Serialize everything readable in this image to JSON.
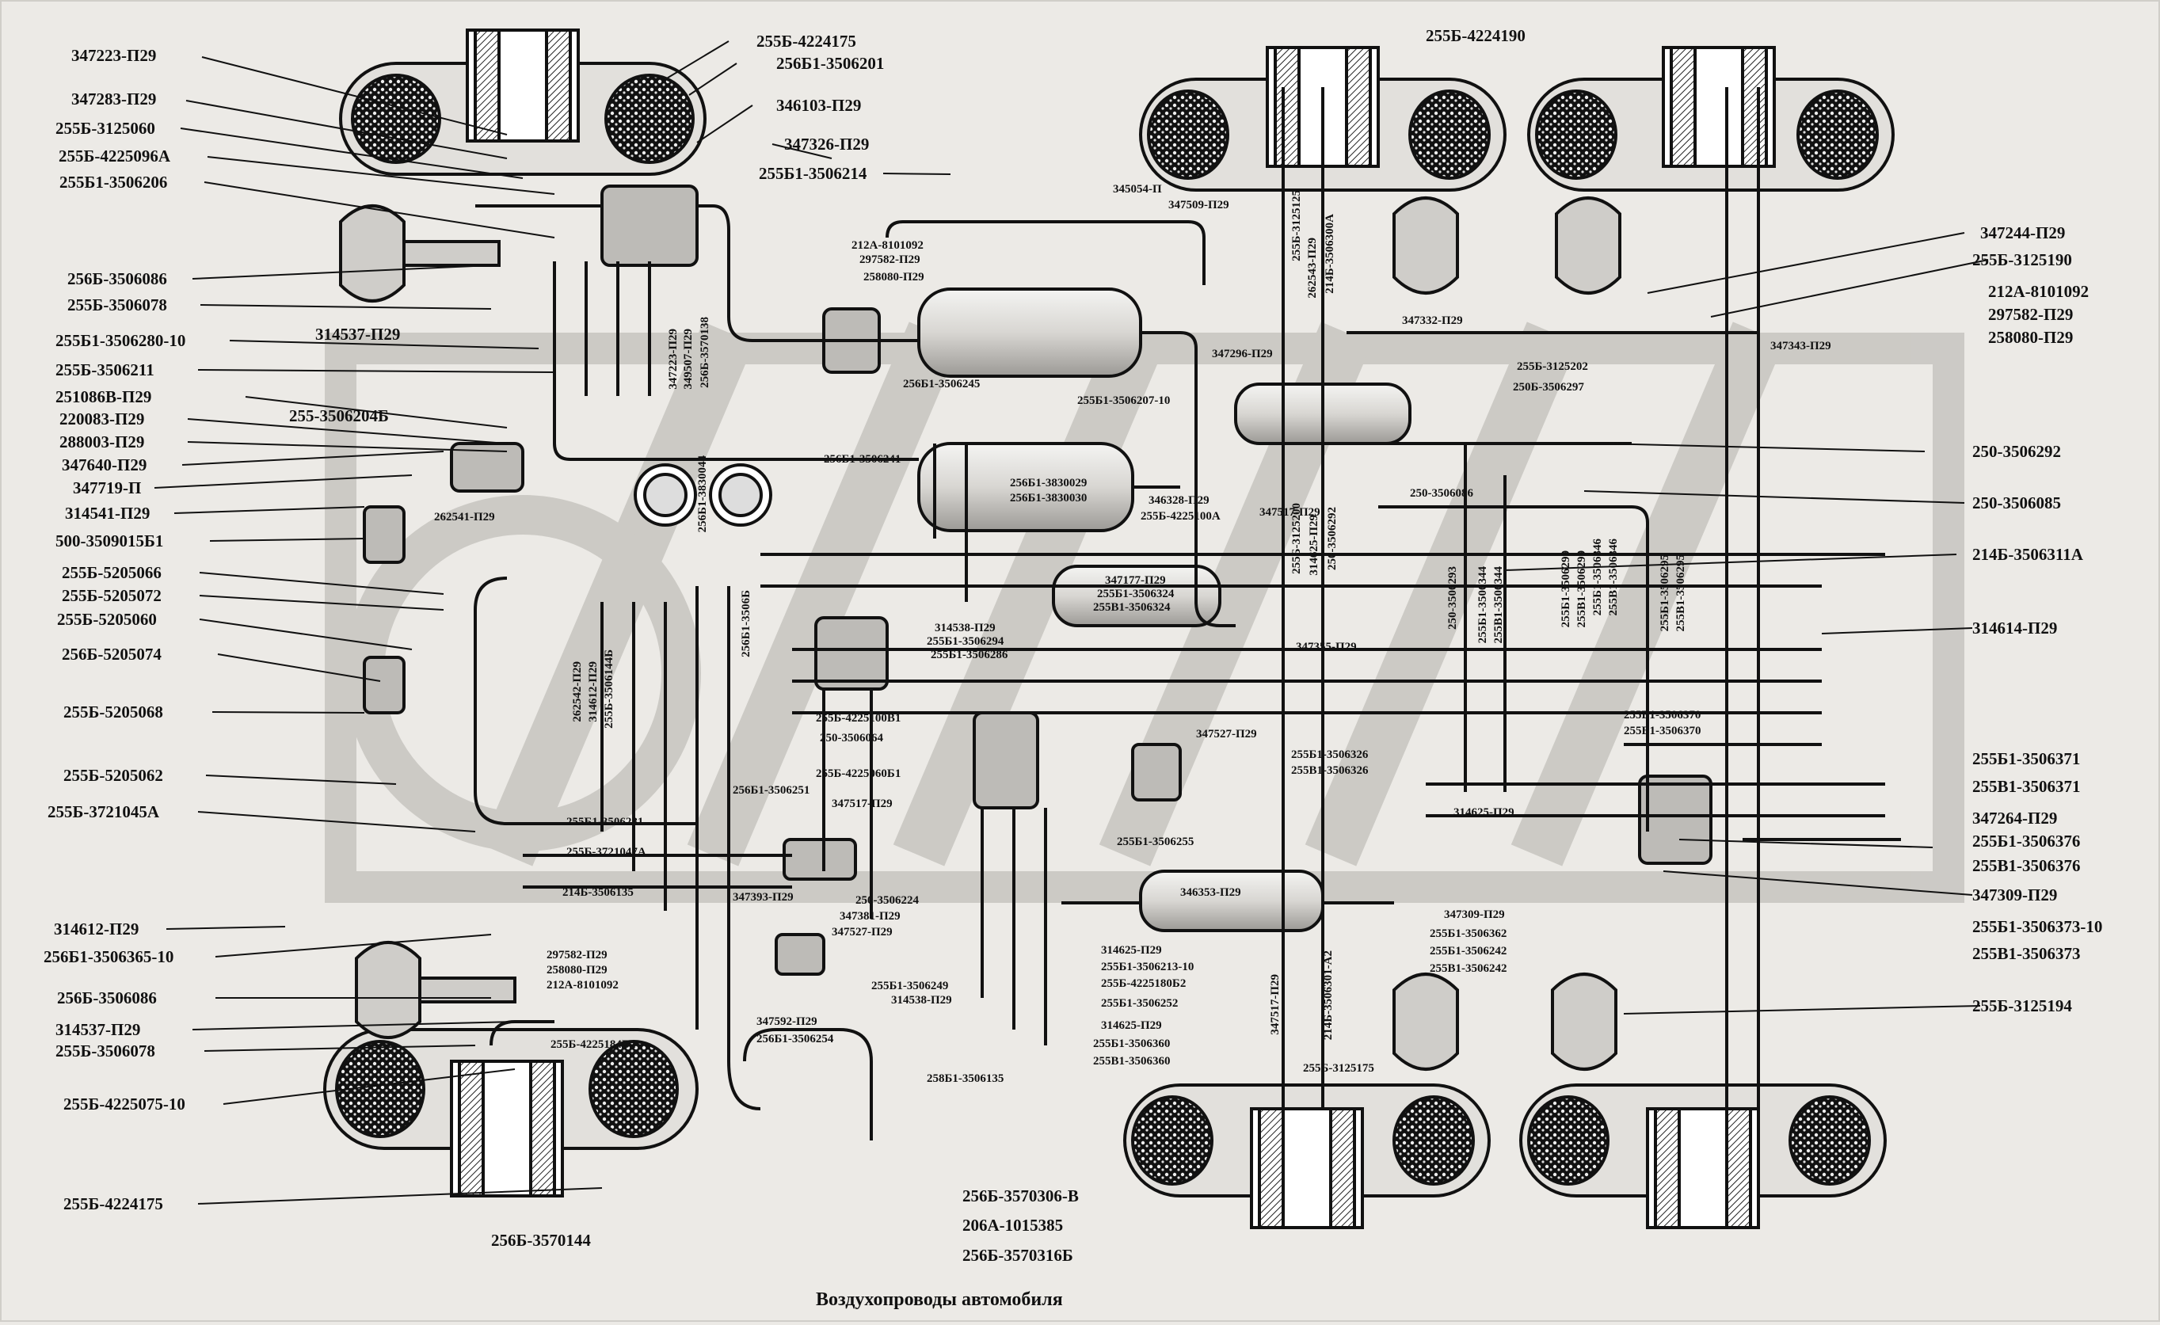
{
  "caption": "Воздухопроводы автомобиля",
  "colors": {
    "background": "#eceae6",
    "line": "#111111",
    "watermark": "#c9c7c2"
  },
  "labels": {
    "left": [
      "347223-П29",
      "347283-П29",
      "255Б-3125060",
      "255Б-4225096А",
      "255Б1-3506206",
      "256Б-3506086",
      "255Б-3506078",
      "255Б1-3506280-10",
      "255Б-3506211",
      "251086В-П29",
      "220083-П29",
      "288003-П29",
      "347640-П29",
      "347719-П",
      "314541-П29",
      "500-3509015Б1",
      "255Б-5205066",
      "255Б-5205072",
      "255Б-5205060",
      "256Б-5205074",
      "255Б-5205068",
      "255Б-5205062",
      "255Б-3721045А",
      "314612-П29",
      "256Б1-3506365-10",
      "256Б-3506086",
      "314537-П29",
      "255Б-3506078",
      "255Б-4225075-10",
      "255Б-4224175"
    ],
    "right": [
      "255Б-4224190",
      "347244-П29",
      "255Б-3125190",
      "212А-8101092",
      "297582-П29",
      "258080-П29",
      "347343-П29",
      "250-3506292",
      "250-3506085",
      "214Б-3506311А",
      "314614-П29",
      "255Б1-3506371",
      "255В1-3506371",
      "347264-П29",
      "255Б1-3506376",
      "255В1-3506376",
      "347309-П29",
      "255Б1-3506373-10",
      "255В1-3506373",
      "255Б-3125194"
    ],
    "top": [
      "255Б-4224175",
      "256Б1-3506201",
      "346103-П29",
      "347326-П29",
      "255Б1-3506214",
      "345054-П",
      "347509-П29",
      "212А-8101092",
      "297582-П29",
      "258080-П29"
    ],
    "bottom": [
      "256Б-3570144",
      "256Б-3570306-В",
      "206А-1015385",
      "256Б-3570316Б",
      "258Б1-3506135",
      "255Б-3125175",
      "255Б-4225184Б2",
      "347592-П29",
      "256Б1-3506254"
    ],
    "center": [
      "314537-П29",
      "255-3506204Б",
      "262541-П29",
      "256Б1-3506245",
      "255Б1-3506207-10",
      "256Б1-3506241",
      "256Б1-3830029",
      "256Б1-3830030",
      "346328-П29",
      "255Б-4225100А",
      "347296-П29",
      "347517-П29",
      "347332-П29",
      "255Б-3125202",
      "250Б-3506297",
      "250-3506086",
      "347177-П29",
      "255Б1-3506324",
      "255В1-3506324",
      "314538-П29",
      "255Б1-3506294",
      "255Б1-3506286",
      "347355-П29",
      "255Б-4225100В1",
      "250-3506064",
      "347527-П29",
      "255Б1-3506326",
      "255В1-3506326",
      "256Б1-3506251",
      "347517-П29",
      "255Б1-3506281",
      "255Б-3721047А",
      "214Б-3506135",
      "347393-П29",
      "250-3506224",
      "347381-П29",
      "347527-П29",
      "255Б1-3506255",
      "346353-П29",
      "314625-П29",
      "347309-П29",
      "255Б1-3506362",
      "255Б1-3506242",
      "255В1-3506242",
      "297582-П29",
      "258080-П29",
      "212А-8101092",
      "255Б1-3506249",
      "314538-П29",
      "314625-П29",
      "255Б1-3506213-10",
      "255Б-4225180Б2",
      "255Б1-3506252",
      "314625-П29",
      "255Б1-3506360",
      "255В1-3506360",
      "255Б1-3506370",
      "255В1-3506370",
      "255Б-4225060Б1"
    ],
    "vertical": [
      "347223-П29",
      "349507-П29",
      "256Б-3570138",
      "256Б1-3830044",
      "256Б1-3506Б",
      "262542-П29",
      "314612-П29",
      "255Б-3506144Б",
      "255Б-3125125",
      "262543-П29",
      "214Б-3506300А",
      "255Б-3125200",
      "314625-П29",
      "250-3506292",
      "250-3506293",
      "255Б1-3506344",
      "255В1-3506344",
      "255Б1-3506299",
      "255В1-3506299",
      "255Б1-3506346",
      "255В1-3506346",
      "255Б1-3506295",
      "255В1-3506295",
      "347517-П29",
      "214Б-3506301-А2"
    ]
  }
}
